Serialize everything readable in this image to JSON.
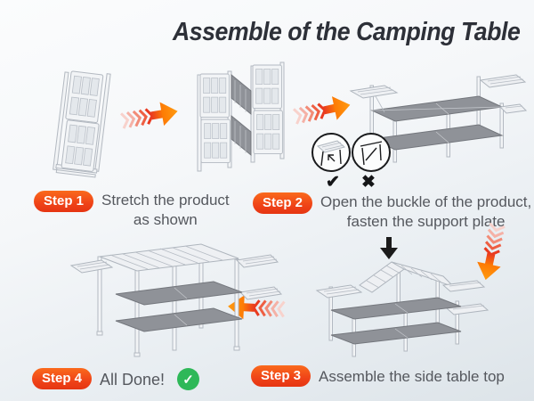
{
  "title": "Assemble of the Camping Table",
  "steps": [
    {
      "badge": "Step 1",
      "line1": "Stretch the product",
      "line2": "as shown"
    },
    {
      "badge": "Step 2",
      "line1": "Open the buckle of the product,",
      "line2": "fasten the support plate"
    },
    {
      "badge": "Step 3",
      "line1": "Assemble the side table top"
    },
    {
      "badge": "Step 4",
      "line1": "All Done!"
    }
  ],
  "marks": {
    "correct": "✔",
    "wrong": "✖",
    "done": "✓"
  },
  "colors": {
    "badge_orange_top": "#fa6a1c",
    "badge_orange_bottom": "#e63512",
    "arrow_orange": "#fd8903",
    "arrow_red": "#e93a20",
    "success_green": "#2eb858",
    "title_text": "#2d3038",
    "body_text": "#55585e",
    "background_top": "#fbfcfd",
    "background_bottom": "#dde4e9"
  }
}
